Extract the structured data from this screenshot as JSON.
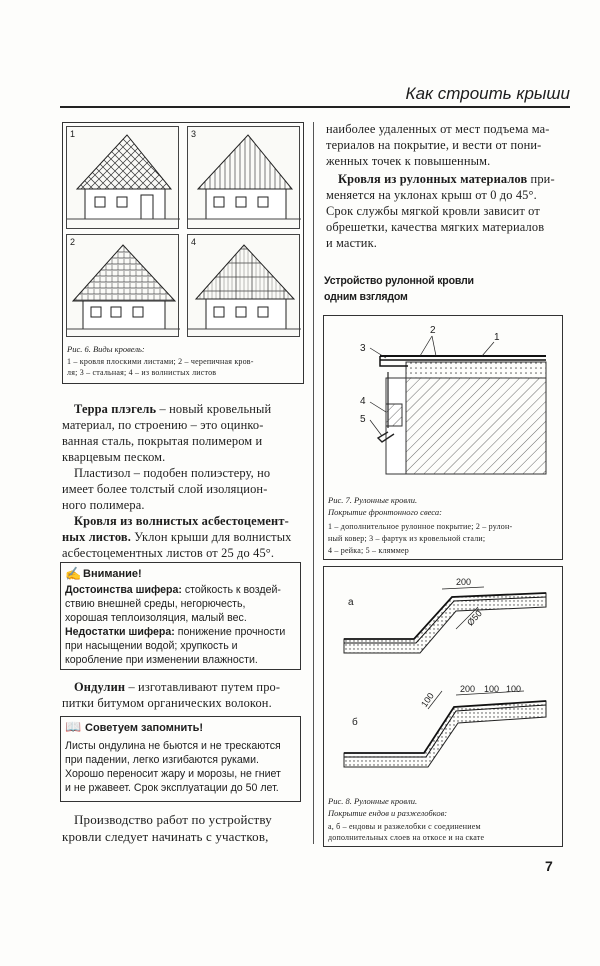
{
  "header": {
    "title": "Как строить крыши"
  },
  "fig6": {
    "panel_labels": [
      "1",
      "3",
      "2",
      "4"
    ],
    "caption_title": "Рис. 6. Виды кровель:",
    "caption_lines": [
      "1 – кровля плоскими листами; 2 – черепичная кров-",
      "ля; 3 – стальная; 4 – из волнистых листов"
    ]
  },
  "left_col": {
    "terra_bold": "Терра плэгель",
    "terra_lines": [
      " – новый кровельный",
      "материал, по строению – это оцинко-",
      "ванная сталь, покрытая полимером и",
      "кварцевым песком."
    ],
    "plastizol_lines": [
      "Пластизол – подобен полиэстеру, но",
      "имеет более толстый слой изоляцион-",
      "ного полимера."
    ],
    "asbest_bold_lines": [
      "Кровля из волнистых асбестоцемент-",
      "ных листов."
    ],
    "asbest_rest": " Уклон крыши для волнистых",
    "asbest_lines": [
      "асбестоцементных листов от 25 до 45°."
    ],
    "attention": {
      "heading": "Внимание!",
      "lines": [
        {
          "bold": "Достоинства шифера:",
          "text": " стойкость к воздей-"
        },
        {
          "bold": "",
          "text": "ствию внешней среды, негорючесть,"
        },
        {
          "bold": "",
          "text": "хорошая теплоизоляция, малый вес."
        },
        {
          "bold": "Недостатки шифера:",
          "text": " понижение прочности"
        },
        {
          "bold": "",
          "text": "при насыщении водой; хрупкость и"
        },
        {
          "bold": "",
          "text": "коробление при изменении влажности."
        }
      ]
    },
    "ondulin_bold": "Ондулин",
    "ondulin_lines": [
      " – изготавливают путем про-",
      "питки битумом органических волокон."
    ],
    "remember": {
      "heading": "Советуем запомнить!",
      "lines": [
        "Листы ондулина не бьются и не трескаются",
        "при падении, легко изгибаются руками.",
        "Хорошо переносит жару и морозы, не гниет",
        "и не ржавеет. Срок эксплуатации до 50 лет."
      ]
    },
    "closing_lines": [
      "Производство работ по устройству",
      "кровли следует начинать с участков,"
    ]
  },
  "right_col": {
    "intro_lines": [
      "наиболее удаленных от мест подъема ма-",
      "териалов на покрытие, и вести от пони-",
      "женных точек к повышенным."
    ],
    "rulon_bold": "Кровля из рулонных материалов",
    "rulon_rest": " при-",
    "rulon_lines": [
      "меняется на уклонах крыш от 0 до 45°.",
      "Срок службы мягкой кровли зависит от",
      "обрешетки, качества мягких материалов",
      "и мастик."
    ],
    "section_title_lines": [
      "Устройство рулонной кровли",
      "одним взглядом"
    ]
  },
  "fig7": {
    "labels": [
      "3",
      "2",
      "1",
      "4",
      "5"
    ],
    "caption_title": "Рис. 7. Рулонные кровли.",
    "caption_subtitle": "Покрытие фронтонного свеса:",
    "caption_lines": [
      "1 – дополнительное рулонное покрытие; 2 – рулон-",
      "ный ковер; 3 – фартук из кровельной стали;",
      "4 – рейка; 5 – кляммер"
    ]
  },
  "fig8": {
    "label_a": "а",
    "label_b": "б",
    "dims_a": [
      "200",
      "Ø50"
    ],
    "dims_b": [
      "200",
      "100",
      "100",
      "100"
    ],
    "caption_title": "Рис. 8. Рулонные кровли.",
    "caption_subtitle": "Покрытие ендов и разжелобков:",
    "caption_lines": [
      "а, б – ендовы и разжелобки с соединением",
      "дополнительных слоев на откосе и на скате"
    ]
  },
  "page": {
    "number": "7"
  }
}
